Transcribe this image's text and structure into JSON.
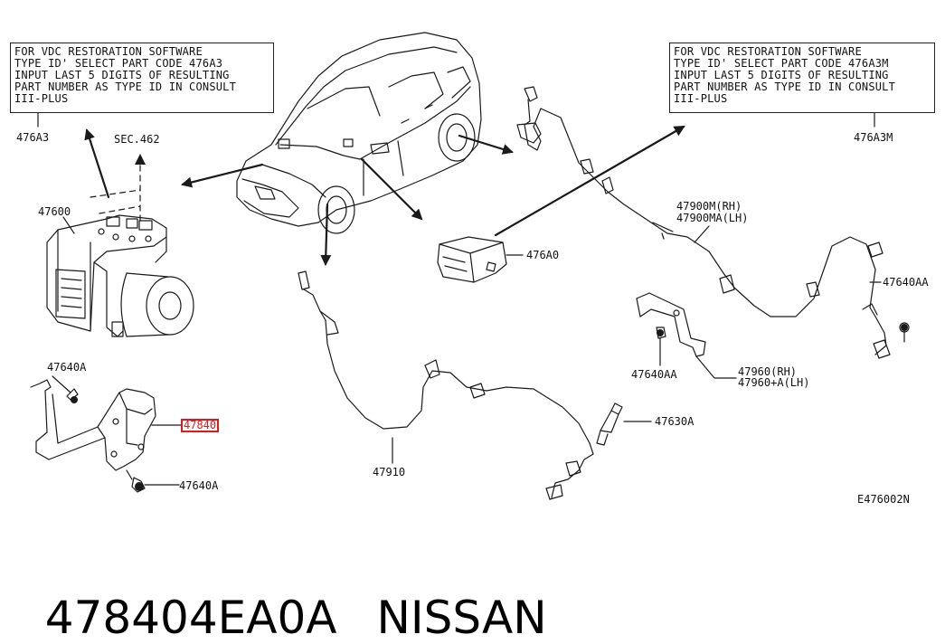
{
  "notes": {
    "left": [
      "FOR VDC RESTORATION SOFTWARE",
      "TYPE ID' SELECT PART CODE 476A3",
      "INPUT LAST 5 DIGITS OF RESULTING",
      "PART NUMBER AS TYPE ID IN CONSULT",
      "III-PLUS"
    ],
    "right": [
      "FOR VDC RESTORATION SOFTWARE",
      "TYPE ID' SELECT PART CODE 476A3M",
      "INPUT LAST 5 DIGITS OF RESULTING",
      "PART NUMBER AS TYPE ID IN CONSULT",
      "III-PLUS"
    ]
  },
  "labels": {
    "l_476A3": "476A3",
    "l_sec462": "SEC.462",
    "l_47600": "47600",
    "l_47640A_1": "47640A",
    "l_47840": "47840",
    "l_47640A_2": "47640A",
    "l_476A0": "476A0",
    "l_476A3M": "476A3M",
    "l_47900M": "47900M(RH)",
    "l_47900MA": "47900MA(LH)",
    "l_47640AA_1": "47640AA",
    "l_47640AA_2": "47640AA",
    "l_47960": "47960(RH)",
    "l_47960A": "47960+A(LH)",
    "l_47630A": "47630A",
    "l_47910": "47910",
    "l_e476": "E476002N"
  },
  "caption": {
    "part_number": "478404EA0A",
    "brand": "NISSAN"
  },
  "colors": {
    "line": "#1a1a1a",
    "highlight": "#e0191d"
  }
}
